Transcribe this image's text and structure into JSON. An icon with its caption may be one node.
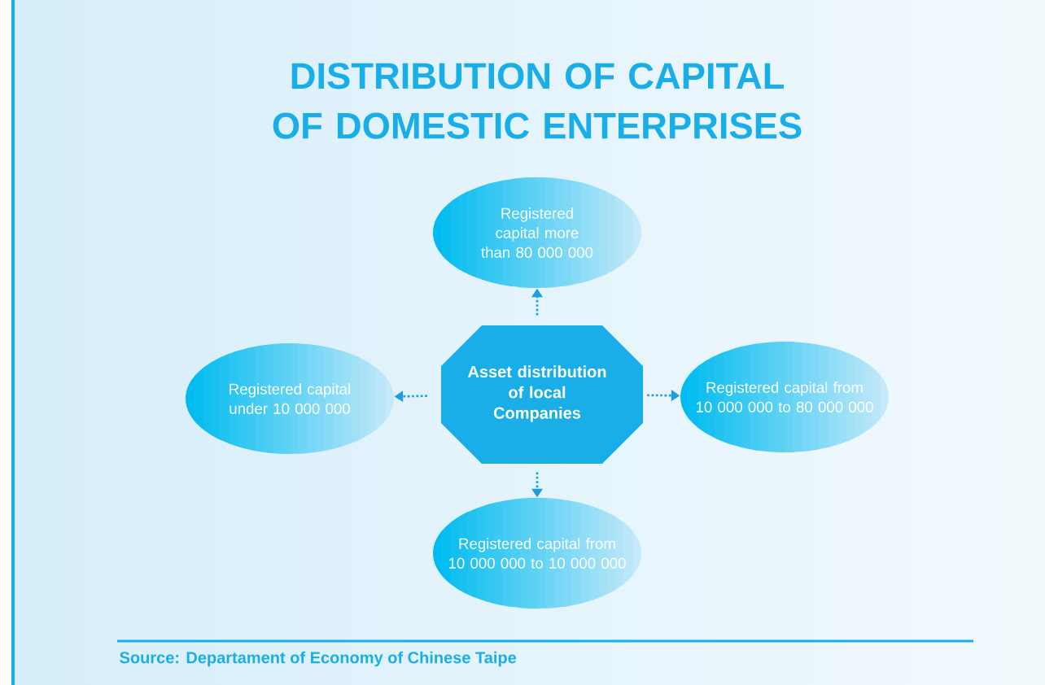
{
  "diagram": {
    "title": "DISTRIBUTION OF CAPITAL OF DOMESTIC ENTERPRISES",
    "nodes": [
      {
        "text": [
          "Registered capital more than 80 000 000"
        ]
      },
      {
        "text": [
          "Registered capital under 10 000 000"
        ]
      },
      {
        "text": [
          "Asset distribution of local Companies"
        ]
      },
      {
        "text": [
          "Registered capital from 10 000 000 to 80 000 000"
        ]
      },
      {
        "text": [
          "Registered capital from 10 000 000 to 10 000 000"
        ]
      }
    ],
    "edges": [
      {
        "from": 2,
        "to": 0,
        "arrow": "to"
      },
      {
        "from": 2,
        "to": 1,
        "arrow": "to"
      },
      {
        "from": 2,
        "to": 3,
        "arrow": "to"
      },
      {
        "from": 2,
        "to": 4,
        "arrow": "to"
      }
    ],
    "labels": [
      "Source: Departament of Economy of Chinese Taipe"
    ]
  }
}
